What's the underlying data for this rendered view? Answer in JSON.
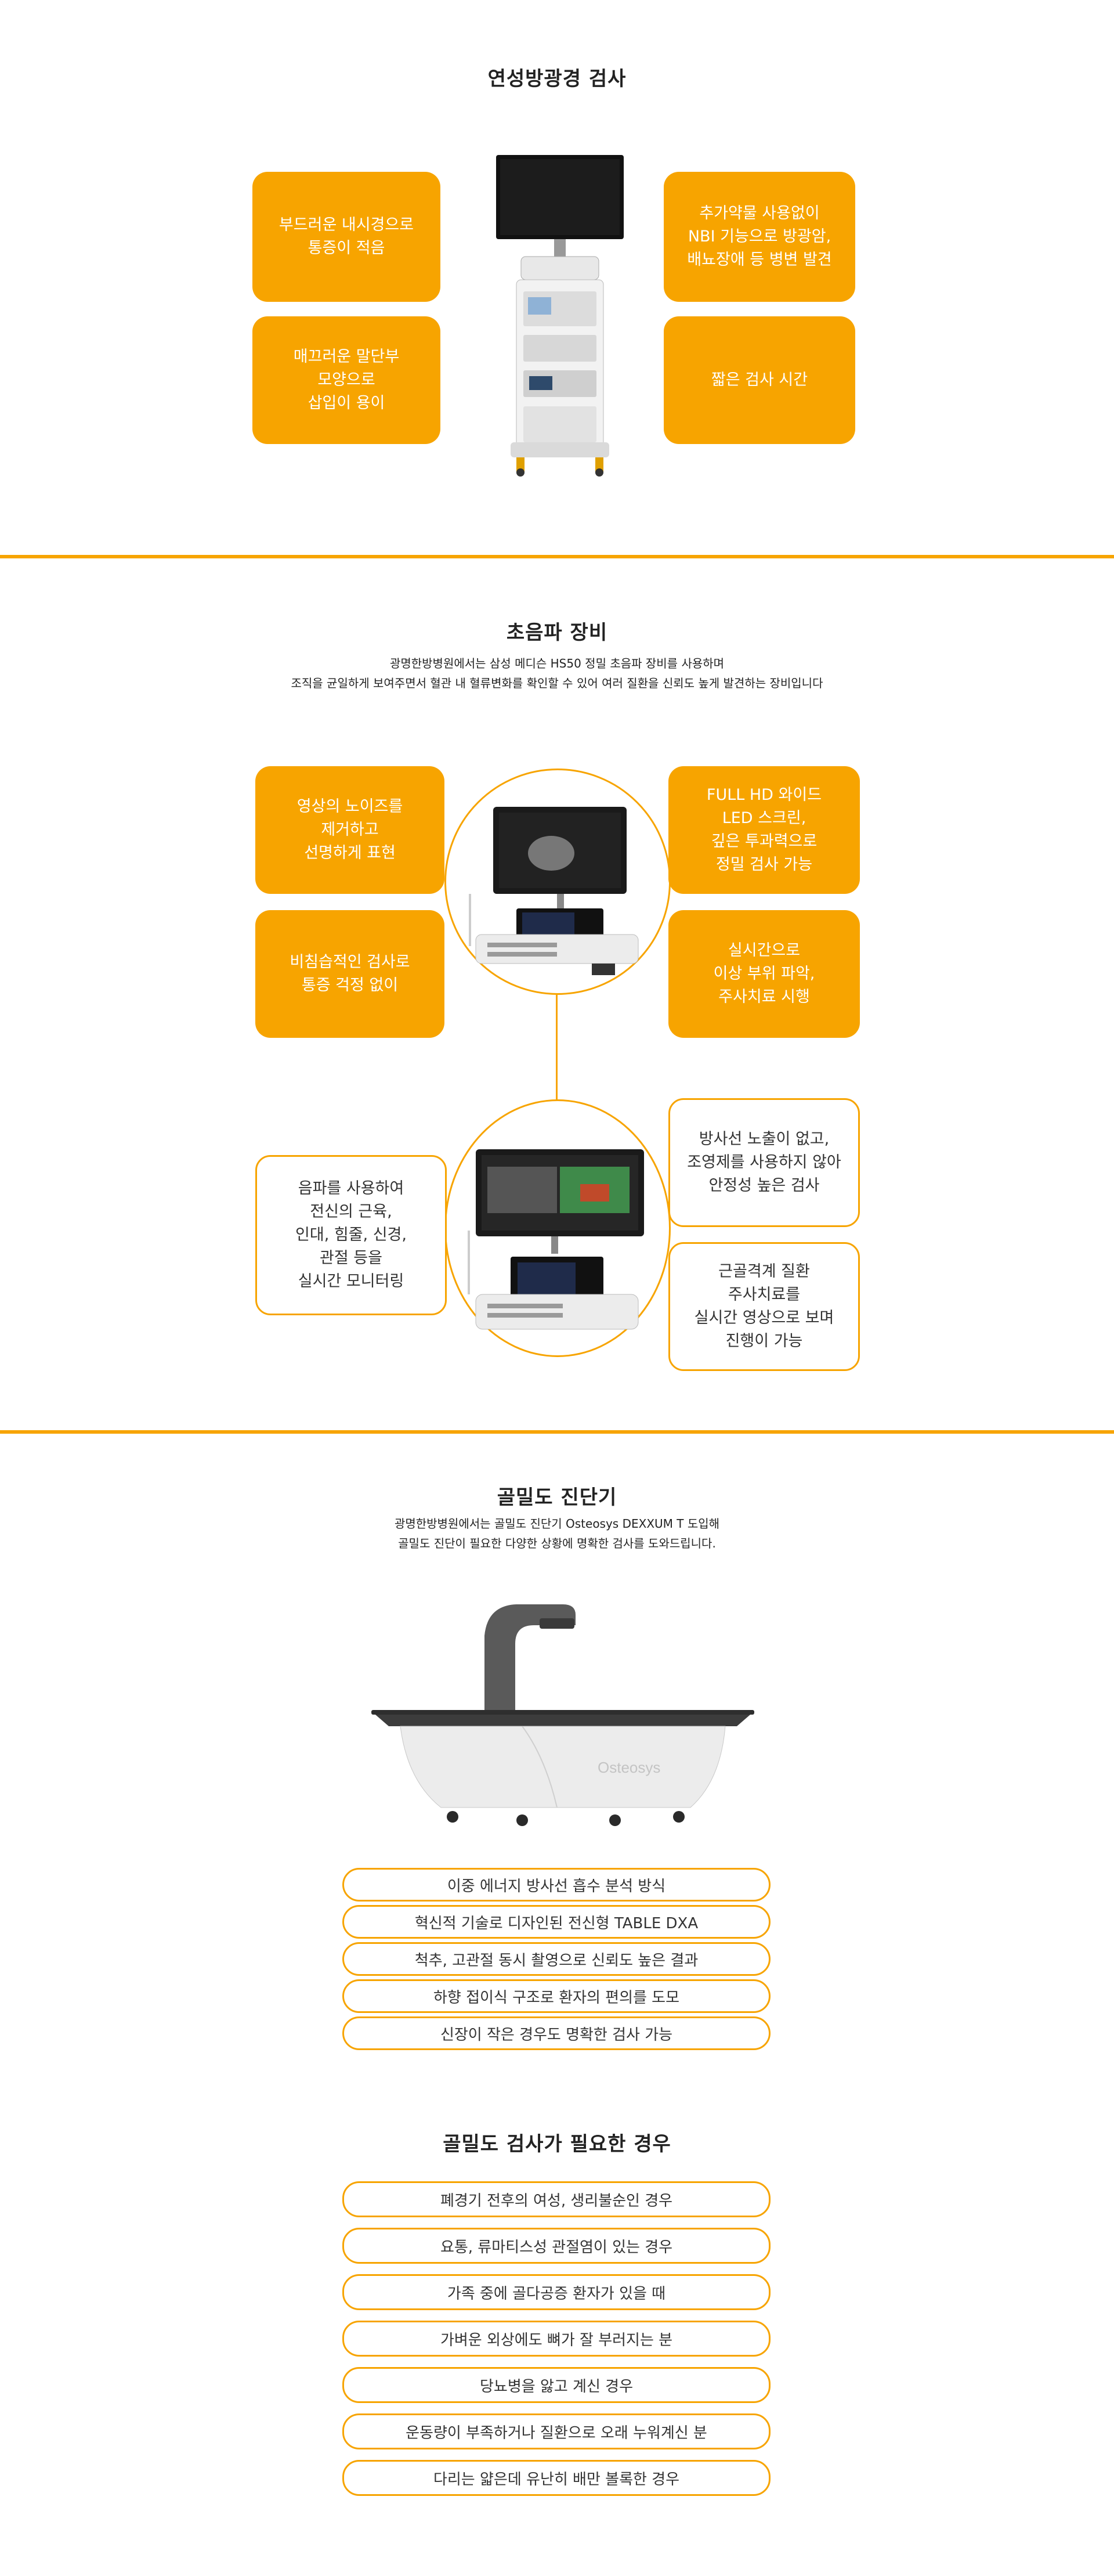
{
  "cystoscopy": {
    "title": "연성방광경 검사",
    "cards": [
      "부드러운 내시경으로\n통증이 적음",
      "매끄러운 말단부\n모양으로\n삽입이 용이",
      "추가약물 사용없이\nNBI 기능으로 방광암,\n배뇨장애 등 병변 발견",
      "짧은 검사 시간"
    ]
  },
  "ultrasound": {
    "title": "초음파 장비",
    "desc_lines": [
      "광명한방병원에서는 삼성 메디슨 HS50 정밀 초음파 장비를 사용하며",
      "조직을 균일하게 보여주면서 혈관 내 혈류변화를 확인할 수 있어 여러 질환을 신뢰도 높게 발견하는 장비입니다"
    ],
    "top_cards": [
      "영상의 노이즈를\n제거하고\n선명하게 표현",
      "비침습적인 검사로\n통증 걱정 없이",
      "FULL HD 와이드\nLED 스크린,\n깊은 투과력으로\n정밀 검사 가능",
      "실시간으로\n이상 부위 파악,\n주사치료 시행"
    ],
    "bottom_cards": [
      "음파를 사용하여\n전신의 근육,\n인대, 힘줄, 신경,\n관절 등을\n실시간 모니터링",
      "방사선 노출이 없고,\n조영제를 사용하지 않아\n안정성 높은 검사",
      "근골격계 질환\n주사치료를\n실시간 영상으로 보며\n진행이 가능"
    ]
  },
  "densitometer": {
    "title": "골밀도 진단기",
    "desc_lines": [
      "광명한방병원에서는 골밀도 진단기 Osteosys DEXXUM T 도입해",
      "골밀도 진단이 필요한 다양한 상황에 명확한 검사를 도와드립니다."
    ],
    "brand": "Osteosys",
    "features": [
      "이중 에너지 방사선 흡수 분석 방식",
      "혁신적 기술로 디자인된 전신형 TABLE DXA",
      "척추, 고관절 동시 촬영으로 신뢰도 높은 결과",
      "하향 접이식 구조로 환자의 편의를 도모",
      "신장이 작은 경우도 명확한 검사 가능"
    ]
  },
  "when_needed": {
    "title": "골밀도 검사가 필요한 경우",
    "items": [
      "폐경기 전후의 여성, 생리불순인 경우",
      "요통, 류마티스성 관절염이 있는 경우",
      "가족 중에 골다공증 환자가 있을 때",
      "가벼운 외상에도 뼈가 잘 부러지는 분",
      "당뇨병을 앓고 계신 경우",
      "운동량이 부족하거나 질환으로 오래 누워계신 분",
      "다리는 얇은데 유난히 배만 볼록한 경우"
    ]
  },
  "colors": {
    "accent": "#f7a400",
    "text": "#333333"
  }
}
